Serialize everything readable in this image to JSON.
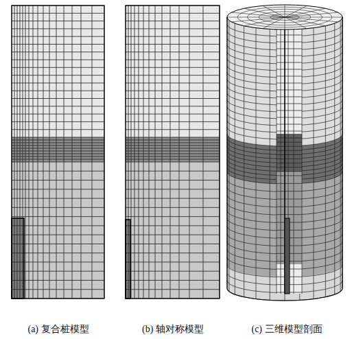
{
  "diagram": {
    "labels": [
      "(a) 复合桩模型",
      "(b) 轴对称模型",
      "(c) 三维模型剖面"
    ]
  }
}
